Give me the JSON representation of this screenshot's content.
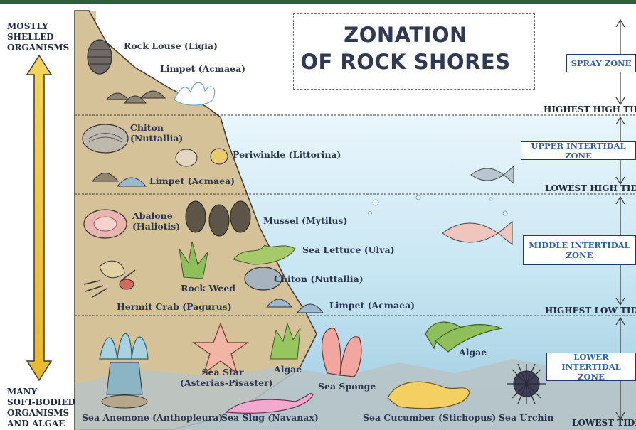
{
  "title": {
    "line1": "ZONATION",
    "line2": "OF ROCK SHORES"
  },
  "side_labels": {
    "top": [
      "MOSTLY",
      "SHELLED",
      "ORGANISMS"
    ],
    "bottom": [
      "MANY",
      "SOFT-BODIED",
      "ORGANISMS",
      "AND ALGAE"
    ]
  },
  "zones": {
    "spray": "SPRAY ZONE",
    "upper": "UPPER INTERTIDAL ZONE",
    "middle": [
      "MIDDLE INTERTIDAL",
      "ZONE"
    ],
    "lower": [
      "LOWER",
      "INTERTIDAL ZONE"
    ]
  },
  "tide_lines": {
    "highest_high": "HIGHEST HIGH TIDE",
    "lowest_high": "LOWEST HIGH TIDE",
    "highest_low": "HIGHEST LOW TIDE",
    "lowest": "LOWEST TIDE"
  },
  "organisms": {
    "rock_louse": "Rock Louse (Ligia)",
    "limpet_spray": "Limpet (Acmaea)",
    "chiton_upper": [
      "Chiton",
      "(Nuttallia)"
    ],
    "periwinkle": "Periwinkle (Littorina)",
    "limpet_upper": "Limpet (Acmaea)",
    "abalone": [
      "Abalone",
      "(Haliotis)"
    ],
    "mussel": "Mussel (Mytilus)",
    "sea_lettuce": "Sea Lettuce (Ulva)",
    "rock_weed": "Rock Weed",
    "chiton_middle": "Chiton (Nuttallia)",
    "hermit_crab": "Hermit Crab (Pagurus)",
    "limpet_middle": "Limpet (Acmaea)",
    "sea_star": [
      "Sea Star",
      "(Asterias-Pisaster)"
    ],
    "algae_left": "Algae",
    "algae_right": "Algae",
    "sea_sponge": "Sea Sponge",
    "sea_anemone": "Sea Anemone (Anthopleura)",
    "sea_slug": "Sea Slug (Navanax)",
    "sea_cucumber": "Sea Cucumber (Stichopus)",
    "sea_urchin": "Sea Urchin"
  },
  "colors": {
    "sand": "#d8c7a3",
    "rock": "#c9b48a",
    "water_top": "#e3f3fb",
    "water_bottom": "#9fcde3",
    "arrow": "#f2c640",
    "zone_text": "#2e5fa6"
  }
}
